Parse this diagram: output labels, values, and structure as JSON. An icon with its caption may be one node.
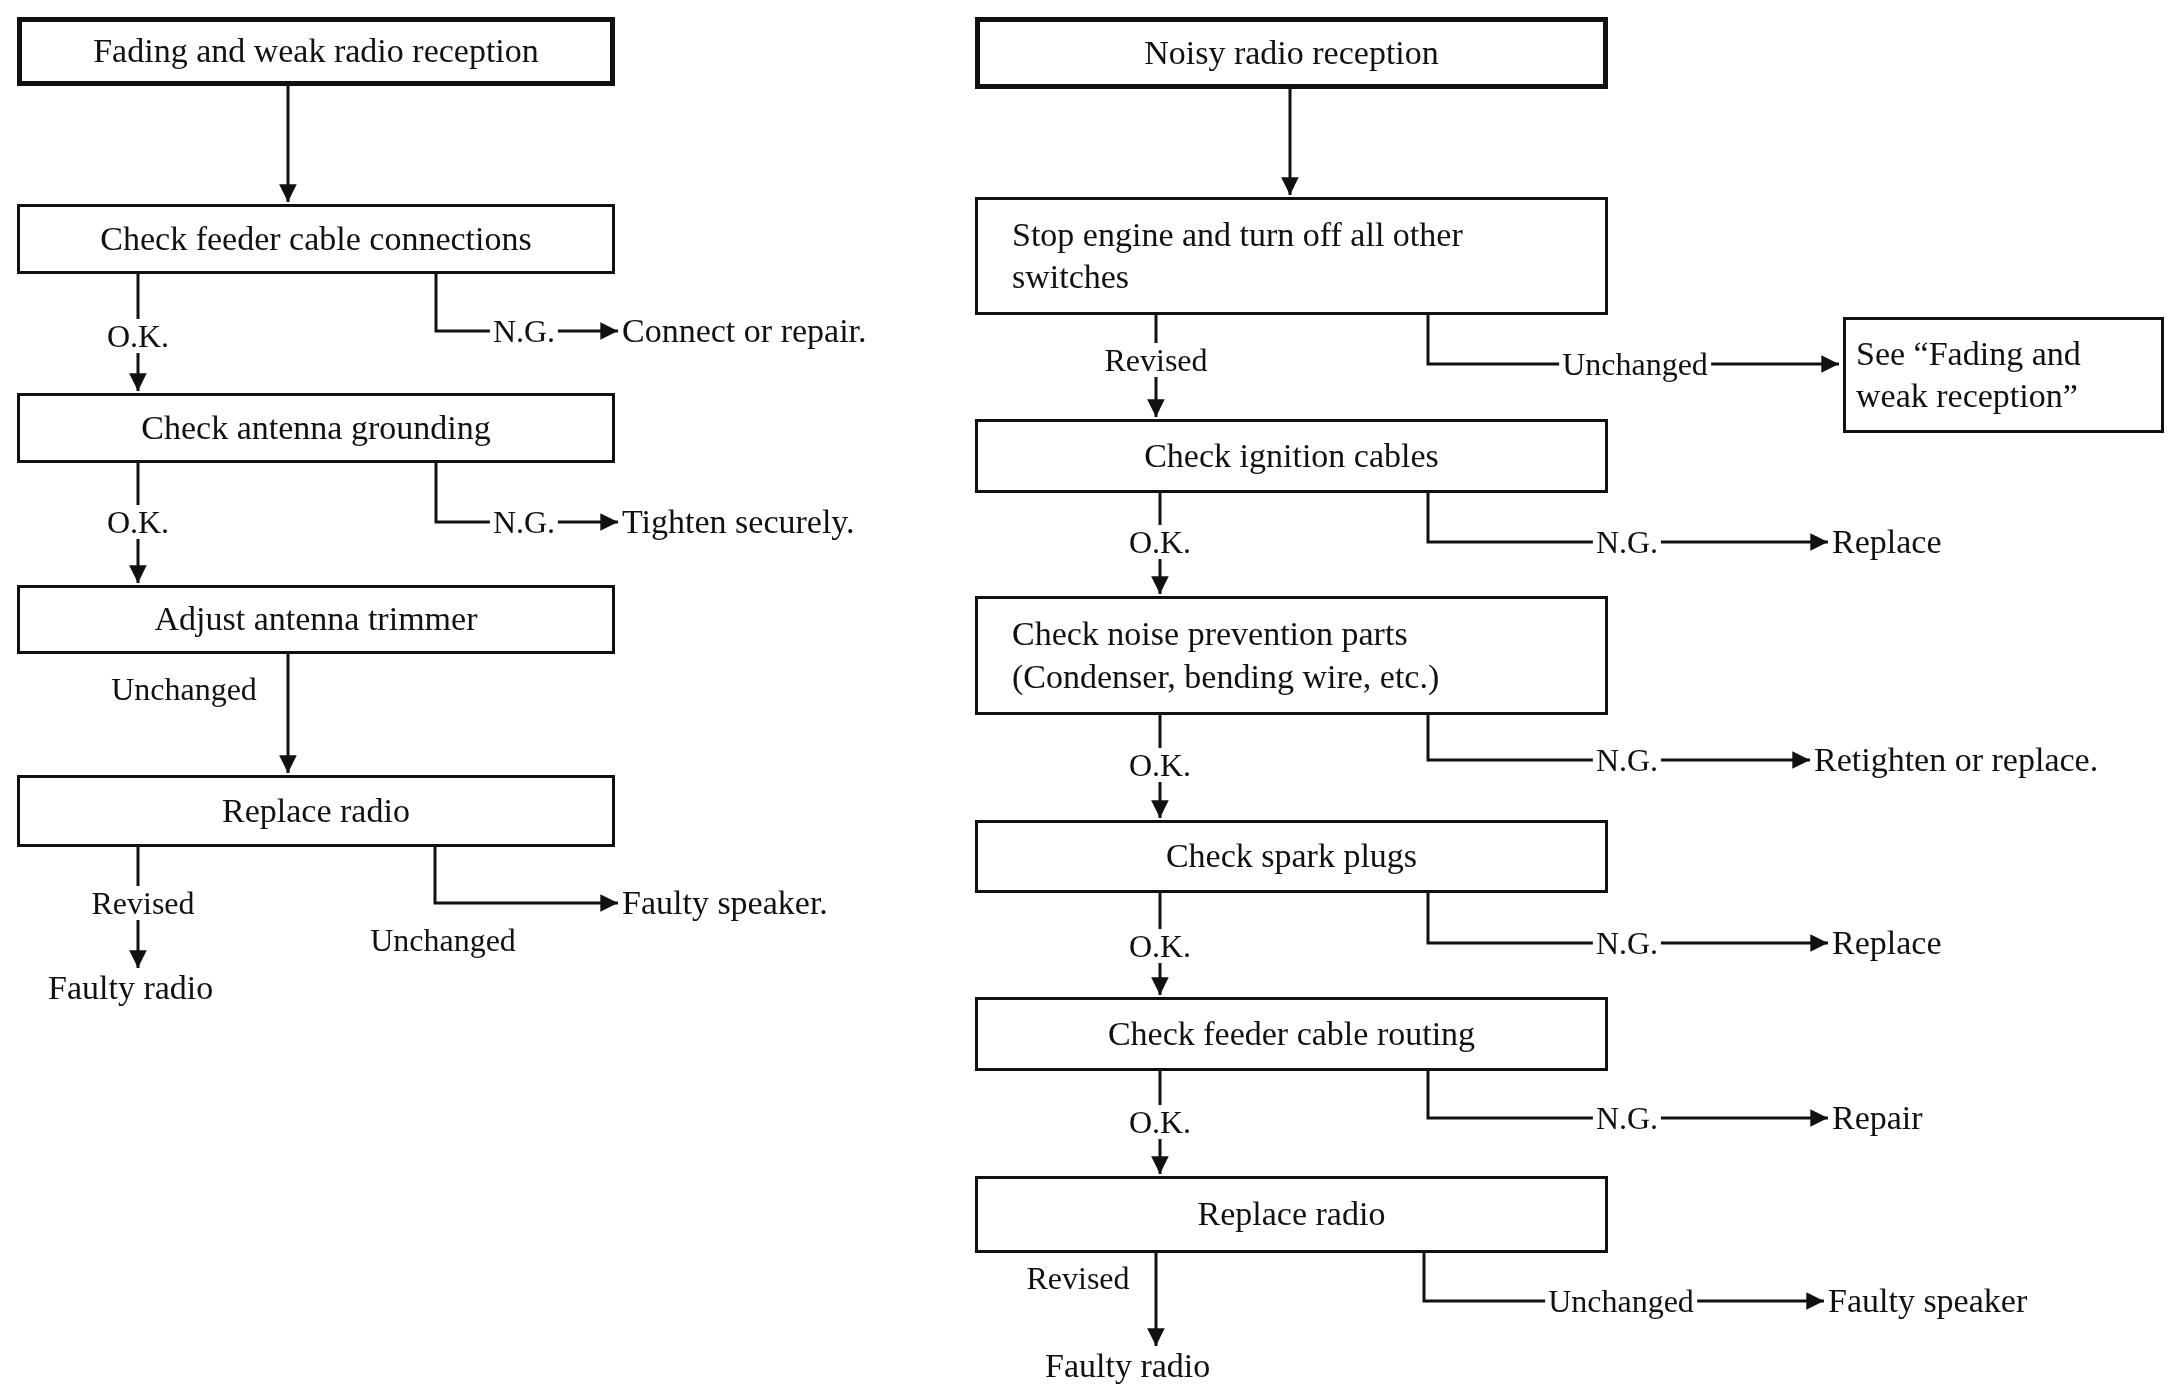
{
  "diagram": {
    "nodes": [
      {
        "text": [
          "Fading and weak radio reception"
        ]
      },
      {
        "text": [
          "Check feeder cable connections"
        ]
      },
      {
        "text": [
          "Connect or repair."
        ]
      },
      {
        "text": [
          "Check antenna grounding"
        ]
      },
      {
        "text": [
          "Tighten securely."
        ]
      },
      {
        "text": [
          "Adjust antenna trimmer"
        ]
      },
      {
        "text": [
          "Replace radio"
        ]
      },
      {
        "text": [
          "Faulty speaker."
        ]
      },
      {
        "text": [
          "Faulty radio"
        ]
      },
      {
        "text": [
          "Noisy radio reception"
        ]
      },
      {
        "text": [
          "Stop engine and turn off all other switches"
        ]
      },
      {
        "text": [
          "See “Fading and weak reception”"
        ]
      },
      {
        "text": [
          "Check ignition cables"
        ]
      },
      {
        "text": [
          "Replace"
        ]
      },
      {
        "text": [
          "Check noise prevention parts (Condenser, bending wire, etc.)"
        ]
      },
      {
        "text": [
          "Retighten or replace."
        ]
      },
      {
        "text": [
          "Check spark plugs"
        ]
      },
      {
        "text": [
          "Replace"
        ]
      },
      {
        "text": [
          "Check feeder cable routing"
        ]
      },
      {
        "text": [
          "Repair"
        ]
      },
      {
        "text": [
          "Replace radio"
        ]
      },
      {
        "text": [
          "Faulty speaker"
        ]
      },
      {
        "text": [
          "Faulty radio"
        ]
      }
    ],
    "edges": [
      {
        "from": 0,
        "to": 1,
        "arrow": "to"
      },
      {
        "from": 1,
        "to": 2,
        "arrow": "to",
        "label": "N.G."
      },
      {
        "from": 1,
        "to": 3,
        "arrow": "to",
        "label": "O.K."
      },
      {
        "from": 3,
        "to": 4,
        "arrow": "to",
        "label": "N.G."
      },
      {
        "from": 3,
        "to": 5,
        "arrow": "to",
        "label": "O.K."
      },
      {
        "from": 5,
        "to": 6,
        "arrow": "to",
        "label": "Unchanged"
      },
      {
        "from": 6,
        "to": 7,
        "arrow": "to",
        "label": "Unchanged"
      },
      {
        "from": 6,
        "to": 8,
        "arrow": "to",
        "label": "Revised"
      },
      {
        "from": 9,
        "to": 10,
        "arrow": "to"
      },
      {
        "from": 10,
        "to": 11,
        "arrow": "to",
        "label": "Unchanged"
      },
      {
        "from": 10,
        "to": 12,
        "arrow": "to",
        "label": "Revised"
      },
      {
        "from": 12,
        "to": 13,
        "arrow": "to",
        "label": "N.G."
      },
      {
        "from": 12,
        "to": 14,
        "arrow": "to",
        "label": "O.K."
      },
      {
        "from": 14,
        "to": 15,
        "arrow": "to",
        "label": "N.G."
      },
      {
        "from": 14,
        "to": 16,
        "arrow": "to",
        "label": "O.K."
      },
      {
        "from": 16,
        "to": 17,
        "arrow": "to",
        "label": "N.G."
      },
      {
        "from": 16,
        "to": 18,
        "arrow": "to",
        "label": "O.K."
      },
      {
        "from": 18,
        "to": 19,
        "arrow": "to",
        "label": "N.G."
      },
      {
        "from": 18,
        "to": 20,
        "arrow": "to",
        "label": "O.K."
      },
      {
        "from": 20,
        "to": 21,
        "arrow": "to",
        "label": "Unchanged"
      },
      {
        "from": 20,
        "to": 22,
        "arrow": "to",
        "label": "Revised"
      }
    ]
  }
}
